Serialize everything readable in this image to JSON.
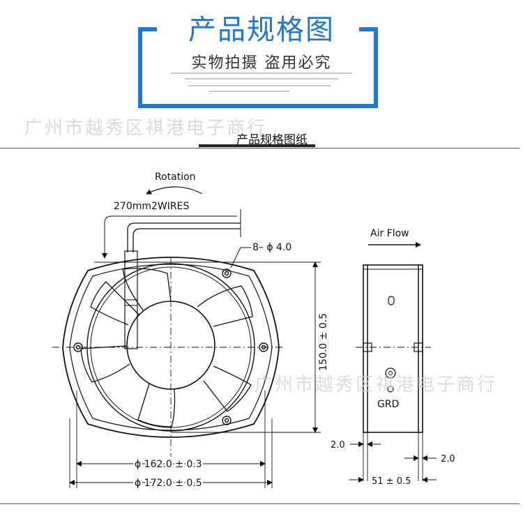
{
  "header": {
    "title": "产品规格图",
    "subtitle": "实物拍摄  盗用必究",
    "accent_color": "#1f78d1"
  },
  "watermark": {
    "company": "广州市越秀区祺港电子商行"
  },
  "section": {
    "title": "产品规格图纸"
  },
  "front_view": {
    "rotation_label": "Rotation",
    "wires_label": "270mm2WIRES",
    "hole_label": "8– ϕ 4.0",
    "height_dim": "150.0 ± 0.5",
    "width_inner_dim": "ϕ 162.0 ± 0.3",
    "width_outer_dim": "ϕ 172.0 ± 0.5"
  },
  "side_view": {
    "airflow_label": "Air Flow",
    "grd_label": "GRD",
    "left_margin_dim": "2.0",
    "right_margin_dim": "2.0",
    "depth_dim": "51 ± 0.5"
  }
}
